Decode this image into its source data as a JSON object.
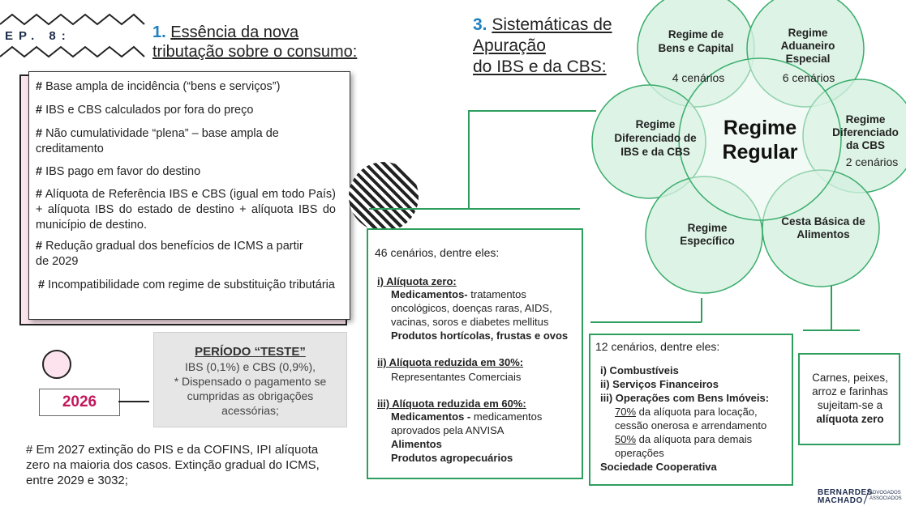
{
  "episode": "EP. 8:",
  "section1": {
    "number": "1.",
    "line1": "Essência da nova",
    "line2": "tributação sobre o consumo:"
  },
  "section3": {
    "number": "3.",
    "line1": "Sistemáticas de",
    "line2": "Apuração",
    "line3": "do IBS e da CBS:"
  },
  "principles": [
    "Base ampla de incidência (“bens e serviços”)",
    "IBS e CBS calculados por fora do preço",
    "Não cumulatividade “plena” – base ampla de creditamento",
    "IBS pago em favor do destino",
    "Alíquota de Referência IBS e CBS (igual em todo País) + alíquota IBS do estado de destino + alíquota IBS  do município de destino.",
    "Redução gradual dos benefícios de ICMS a partir de 2029",
    "Incompatibilidade com regime de substituição tributária"
  ],
  "hash": "#",
  "year": "2026",
  "teste": {
    "title": "PERÍODO “TESTE”",
    "line1": "IBS (0,1%) e CBS (0,9%),",
    "line2": "* Dispensado o pagamento se cumpridas as obrigações acessórias;"
  },
  "note2027": "# Em 2027 extinção do PIS e da COFINS, IPI alíquota zero na maioria dos casos. Extinção gradual do ICMS, entre 2029 e 3032;",
  "regimes": {
    "center": "Regime Regular",
    "bens_capital": {
      "name": "Regime de Bens e Capital",
      "count": "4 cenários"
    },
    "aduaneiro": {
      "name": "Regime Aduaneiro Especial",
      "count": "6 cenários"
    },
    "dif_cbs": {
      "name": "Regime Diferenciado da CBS",
      "count": "2 cenários"
    },
    "dif_ibs_cbs": {
      "name": "Regime Diferenciado de IBS e da CBS"
    },
    "especifico": {
      "name": "Regime Específico"
    },
    "cesta": {
      "name": "Cesta Básica de Alimentos"
    }
  },
  "box46": {
    "intro": "46 cenários, dentre eles:",
    "s1_title": "i) Alíquota zero:",
    "s1_med_label": "Medicamentos-",
    "s1_med_text": " tratamentos oncológicos, doenças raras, AIDS, vacinas, soros e diabetes mellitus",
    "s1_prod": "Produtos hortícolas, frustas e ovos",
    "s2_title": "ii) Alíquota reduzida em 30%:",
    "s2_text": "Representantes Comerciais",
    "s3_title": "iii) Alíquota reduzida em 60%:",
    "s3_med_label": "Medicamentos -",
    "s3_med_text": " medicamentos aprovados pela ANVISA",
    "s3_alim": "Alimentos",
    "s3_agro": "Produtos agropecuários"
  },
  "box12": {
    "intro": "12 cenários, dentre eles:",
    "i": "i) Combustíveis",
    "ii": "ii) Serviços Financeiros",
    "iii": "iii) Operações com Bens Imóveis:",
    "p70": "70%",
    "p70_text": " da alíquota para locação, cessão onerosa e arrendamento",
    "p50": "50%",
    "p50_text": " da alíquota para demais operações",
    "coop": "Sociedade Cooperativa"
  },
  "boxcb": {
    "text": "Carnes, peixes, arroz e farinhas sujeitam-se a",
    "bold": "alíquota zero"
  },
  "logo": {
    "name1": "BERNARDES",
    "name2": "MACHADO",
    "tag1": "ADVOGADOS",
    "tag2": "ASSOCIADOS"
  },
  "colors": {
    "accent_blue": "#1e7fc1",
    "green": "#2e9e5e",
    "circle_fill": "#d4f0e0",
    "year": "#c2185b"
  }
}
